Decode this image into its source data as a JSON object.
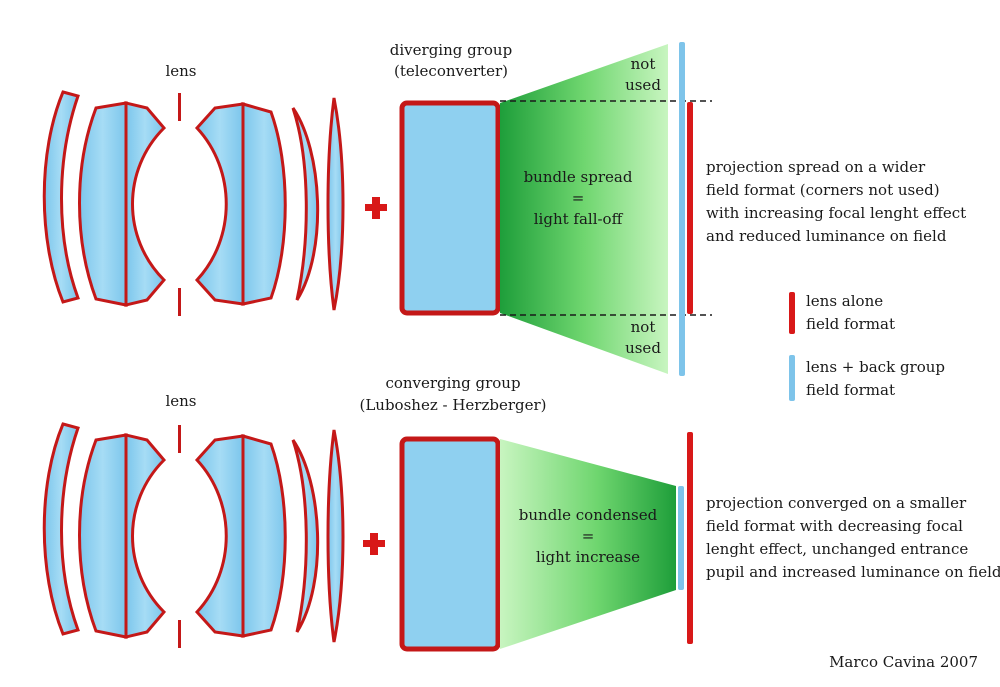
{
  "top_panel": {
    "lens_label": "lens",
    "group_label_line1": "diverging group",
    "group_label_line2": "(teleconverter)",
    "bundle_line1": "bundle spread",
    "bundle_line2": "=",
    "bundle_line3": "light fall-off",
    "not_used_top_line1": "not",
    "not_used_top_line2": "used",
    "not_used_bottom_line1": "not",
    "not_used_bottom_line2": "used",
    "description": [
      "projection spread on a wider",
      "field format (corners not used)",
      "with increasing focal lenght effect",
      "and reduced luminance on field"
    ]
  },
  "bottom_panel": {
    "lens_label": "lens",
    "group_label_line1": "converging group",
    "group_label_line2": "(Luboshez - Herzberger)",
    "bundle_line1": "bundle condensed",
    "bundle_line2": "=",
    "bundle_line3": "light increase",
    "description": [
      "projection converged on a smaller",
      "field format with decreasing focal",
      "lenght effect, unchanged entrance",
      "pupil and increased luminance on field"
    ]
  },
  "legend": {
    "red_line1": "lens alone",
    "red_line2": "field format",
    "blue_line1": "lens + back group",
    "blue_line2": "field format"
  },
  "credit": "Marco Cavina 2007",
  "colors": {
    "glass_fill": "#8fd0f0",
    "glass_edge": "#c41818",
    "field_red": "#d81818",
    "field_blue": "#7ec4ea",
    "bundle_dark": "#1e9e3a",
    "bundle_light": "#c8f5c0"
  }
}
